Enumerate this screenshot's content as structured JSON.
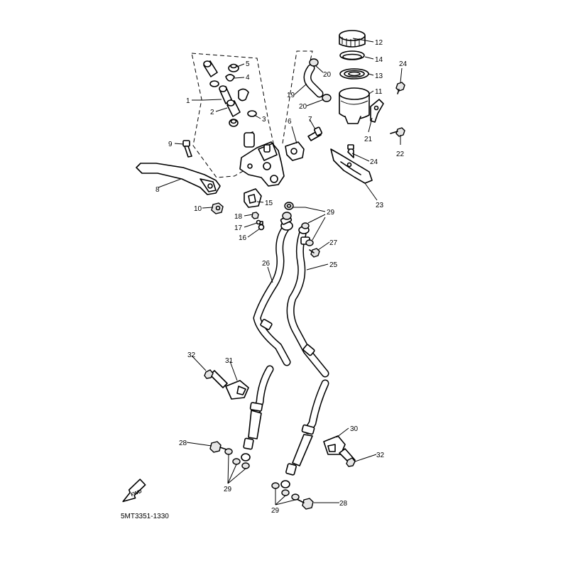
{
  "diagram": {
    "code": "5MT3351-1330",
    "direction_label": "FWD",
    "callouts": {
      "c1": "1",
      "c2": "2",
      "c3": "3",
      "c4": "4",
      "c5": "5",
      "c6": "6",
      "c7": "7",
      "c8": "8",
      "c9": "9",
      "c10": "10",
      "c11": "11",
      "c12": "12",
      "c13": "13",
      "c14": "14",
      "c15": "15",
      "c16": "16",
      "c17": "17",
      "c18": "18",
      "c19": "19",
      "c20a": "20",
      "c20b": "20",
      "c21": "21",
      "c22": "22",
      "c23": "23",
      "c24a": "24",
      "c24b": "24",
      "c25": "25",
      "c26": "26",
      "c27": "27",
      "c28a": "28",
      "c28b": "28",
      "c29a": "29",
      "c29b": "29",
      "c29c": "29",
      "c30": "30",
      "c31": "31",
      "c32a": "32",
      "c32b": "32"
    }
  }
}
